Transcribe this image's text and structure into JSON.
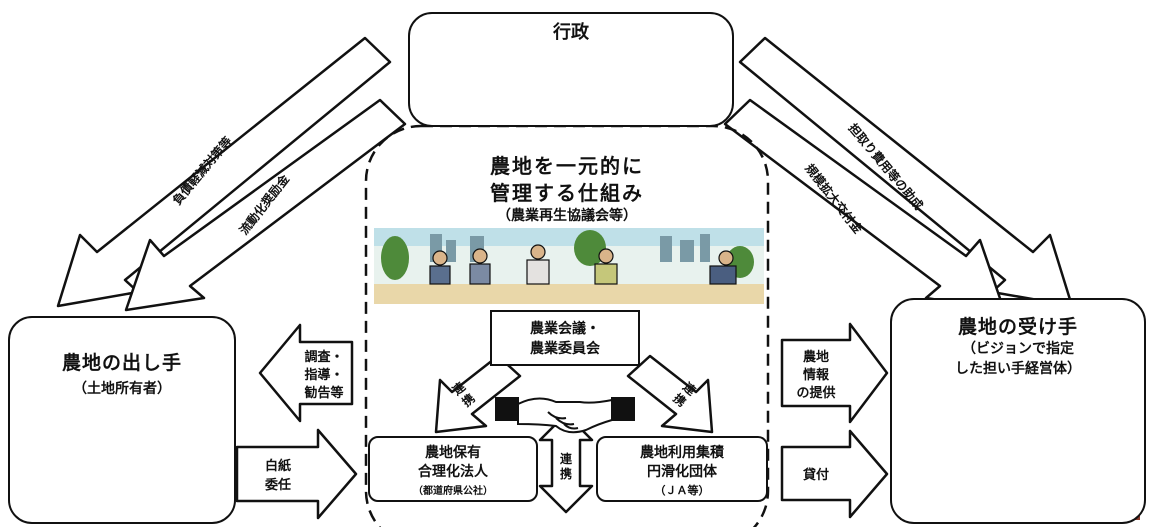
{
  "admin": {
    "title": "行政"
  },
  "mechanism": {
    "title_line1": "農地を一元的に",
    "title_line2": "管理する仕組み",
    "subtitle": "（農業再生協議会等）"
  },
  "council": {
    "line1": "農業会議・",
    "line2": "農業委員会"
  },
  "holding_corp": {
    "line1": "農地保有",
    "line2": "合理化法人",
    "line3": "（都道府県公社）"
  },
  "consolidation": {
    "line1": "農地利用集積",
    "line2": "円滑化団体",
    "line3": "（ＪＡ等）"
  },
  "supplier": {
    "title": "農地の出し手",
    "subtitle": "（土地所有者）"
  },
  "receiver": {
    "title": "農地の受け手",
    "subtitle_line1": "（ビジョンで指定",
    "subtitle_line2": "した担い手経営体）"
  },
  "arrows": {
    "debt_relief": "負債軽減対策等",
    "mobilization_grant": "流動化奨励金",
    "acquisition_subsidy": "担取り費用等の助成",
    "scale_expansion": "規模拡大交付金",
    "investigate_line1": "調査・",
    "investigate_line2": "指導・",
    "investigate_line3": "勧告等",
    "blank_line1": "白紙",
    "blank_line2": "委任",
    "info_line1": "農地",
    "info_line2": "情報",
    "info_line3": "の提供",
    "lease": "貸付",
    "cooperate_left": "連携",
    "cooperate_right": "連携",
    "cooperate_mid": "連携"
  },
  "colors": {
    "stroke": "#111111",
    "face": "#efe3b0",
    "skin": "#d9b48a",
    "tractor": "#8b3a2a",
    "sky": "#9fd0e6"
  }
}
